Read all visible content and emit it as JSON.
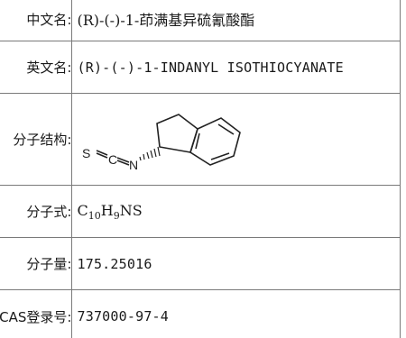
{
  "rows": [
    {
      "label": "中文名:",
      "value": "(R)-(-)-1-茚满基异硫氰酸酯"
    },
    {
      "label": "英文名:",
      "value": "(R)-(-)-1-INDANYL ISOTHIOCYANATE"
    },
    {
      "label": "分子结构:",
      "structure_icon": "indanyl-isothiocyanate-structure",
      "atoms": {
        "s": "S",
        "c": "C",
        "n": "N"
      }
    },
    {
      "label": "分子式:",
      "formula": {
        "c": "C",
        "c_count": "10",
        "h": "H",
        "h_count": "9",
        "rest": "NS"
      }
    },
    {
      "label": "分子量:",
      "value": "175.25016"
    },
    {
      "label": "CAS登录号:",
      "value": "737000-97-4"
    }
  ]
}
